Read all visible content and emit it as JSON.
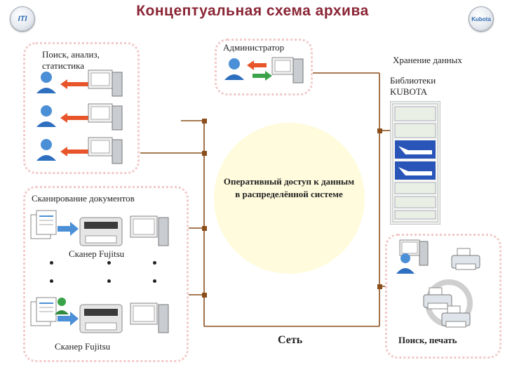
{
  "header": {
    "title": "Концептуальная схема архива",
    "logo_left": "ITI",
    "logo_right": "Kubota"
  },
  "panels": {
    "search": {
      "label": "Поиск, анализ, статистика"
    },
    "admin": {
      "label": "Администратор"
    },
    "storage": {
      "label": "Хранение данных",
      "sublabel": "Библиотеки KUBOTA"
    },
    "scanning": {
      "label": "Сканирование документов",
      "scanner1": "Сканер Fujitsu",
      "scanner2": "Сканер Fujitsu"
    },
    "print": {
      "label": "Поиск, печать"
    }
  },
  "center": {
    "text": "Оперативный доступ к данным в распределённой системе"
  },
  "network": {
    "label": "Сеть"
  },
  "colors": {
    "title": "#8a2535",
    "line": "#8a4e1c",
    "panel_border": "#f3c9c9",
    "arrow": "#e8552a",
    "circle": "#fffbdc"
  },
  "icons": [
    "user-icon",
    "computer-icon",
    "scanner-icon",
    "printer-icon",
    "document-icon",
    "library-rack-icon"
  ]
}
